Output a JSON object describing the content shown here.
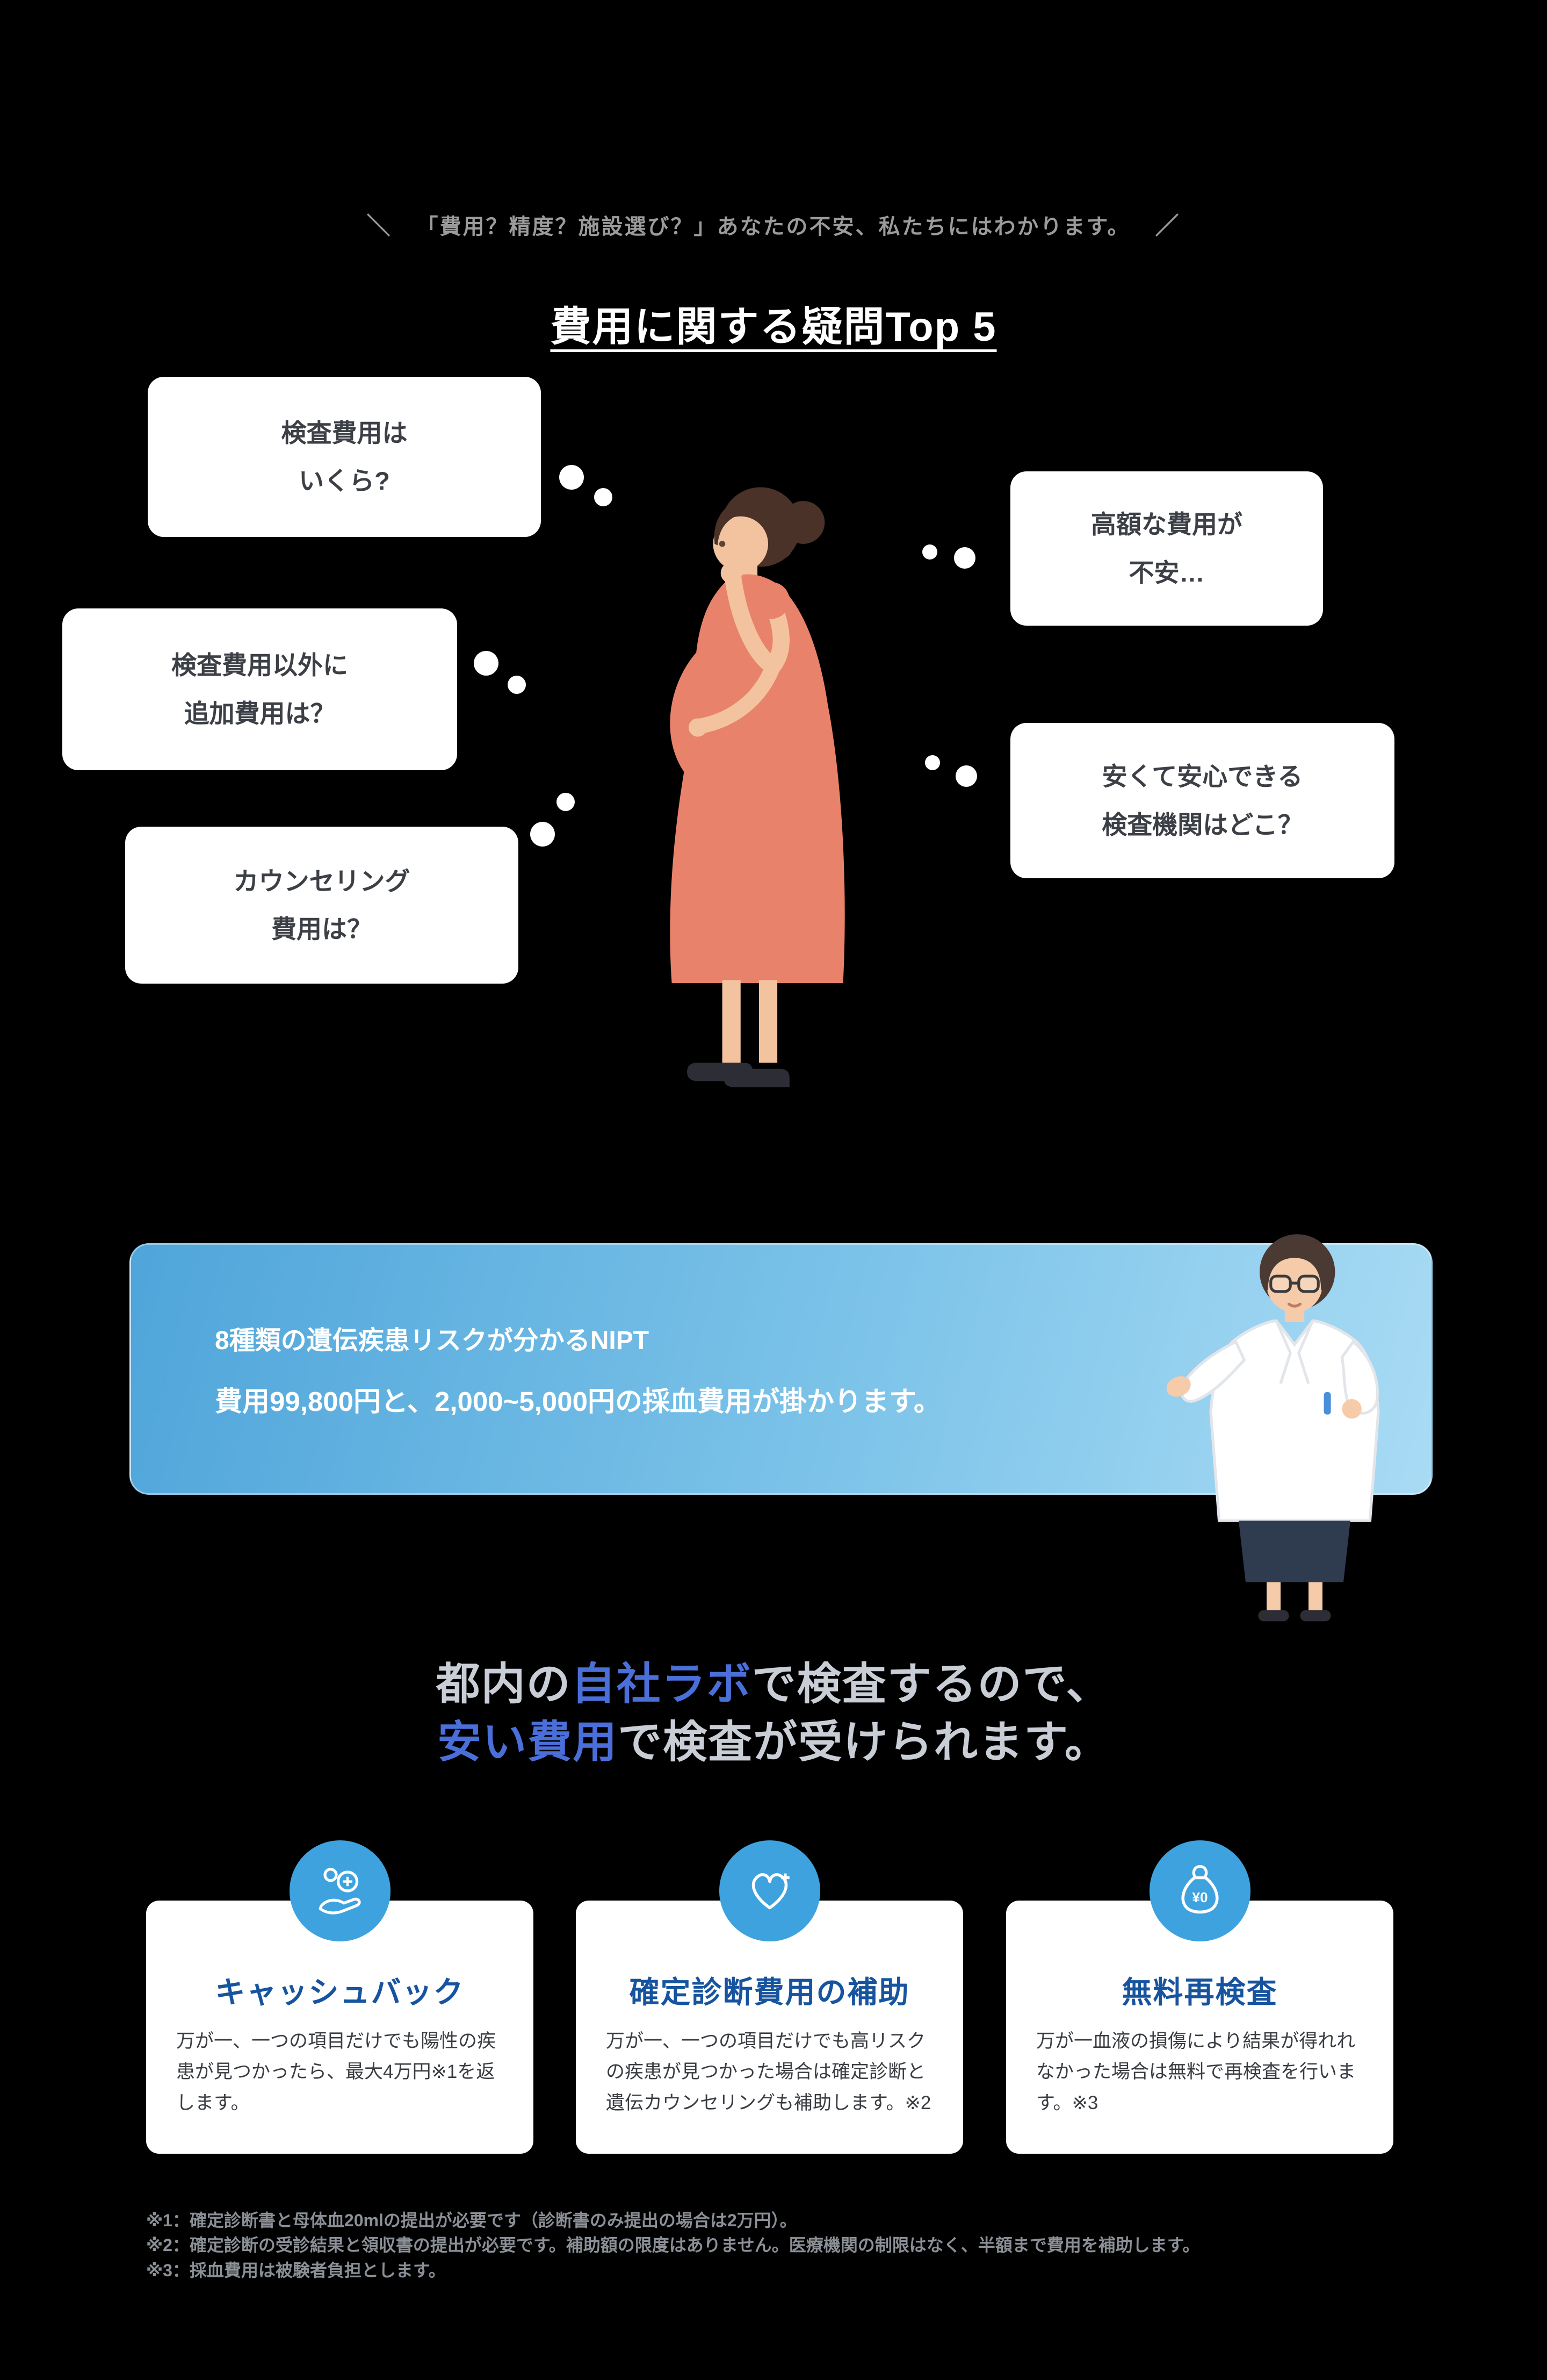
{
  "tagline": {
    "slash_left": "＼",
    "text": "「費用？精度？施設選び？」あなたの不安、私たちにはわかります。",
    "slash_right": "／"
  },
  "title": {
    "text": "費用に関する疑問Top 5"
  },
  "bubbles": [
    {
      "lines": [
        "検査費用は",
        "いくら?"
      ]
    },
    {
      "lines": [
        "高額な費用が",
        "不安…"
      ]
    },
    {
      "lines": [
        "検査費用以外に",
        "追加費用は？"
      ]
    },
    {
      "lines": [
        "安くて安心できる",
        "検査機関はどこ？"
      ]
    },
    {
      "lines": [
        "カウンセリング",
        "費用は？"
      ]
    }
  ],
  "banner": {
    "line1": "8種類の遺伝疾患リスクが分かるNIPT",
    "line2": "費用99,800円と、2,000~5,000円の採血費用が掛かります。"
  },
  "headline": {
    "l1_pre": "都内の",
    "l1_accent": "自社ラボ",
    "l1_post": "で検査するので、",
    "l2_accent": "安い費用",
    "l2_post": "で検査が受けられます。"
  },
  "cards": [
    {
      "icon": "hand-coin-icon",
      "title": "キャッシュバック",
      "body": "万が一、一つの項目だけでも陽性の疾患が見つかったら、最大4万円※1を返します。"
    },
    {
      "icon": "heart-plus-icon",
      "title": "確定診断費用の補助",
      "body": "万が一、一つの項目だけでも高リスクの疾患が見つかった場合は確定診断と遺伝カウンセリングも補助します。※2"
    },
    {
      "icon": "money-bag-icon",
      "title": "無料再検査",
      "body": "万が一血液の損傷により結果が得れれなかった場合は無料で再検査を行います。※3",
      "icon_label": "¥0"
    }
  ],
  "footnotes": [
    "※1：確定診断書と母体血20mlの提出が必要です（診断書のみ提出の場合は2万円）。",
    "※2：確定診断の受診結果と領収書の提出が必要です。補助額の限度はありません。医療機関の制限はなく、半額まで費用を補助します。",
    "※3：採血費用は被験者負担とします。"
  ],
  "colors": {
    "background": "#000000",
    "bubble_bg": "#ffffff",
    "bubble_text": "#3c4046",
    "banner_gradient_start": "#4fa5da",
    "banner_gradient_end": "#a9dbf4",
    "accent_blue": "#4a6fd9",
    "card_title_blue": "#17549f",
    "icon_circle_blue": "#3ea2de",
    "footnote_gray": "#8b9097",
    "dress_coral": "#e8826a"
  }
}
